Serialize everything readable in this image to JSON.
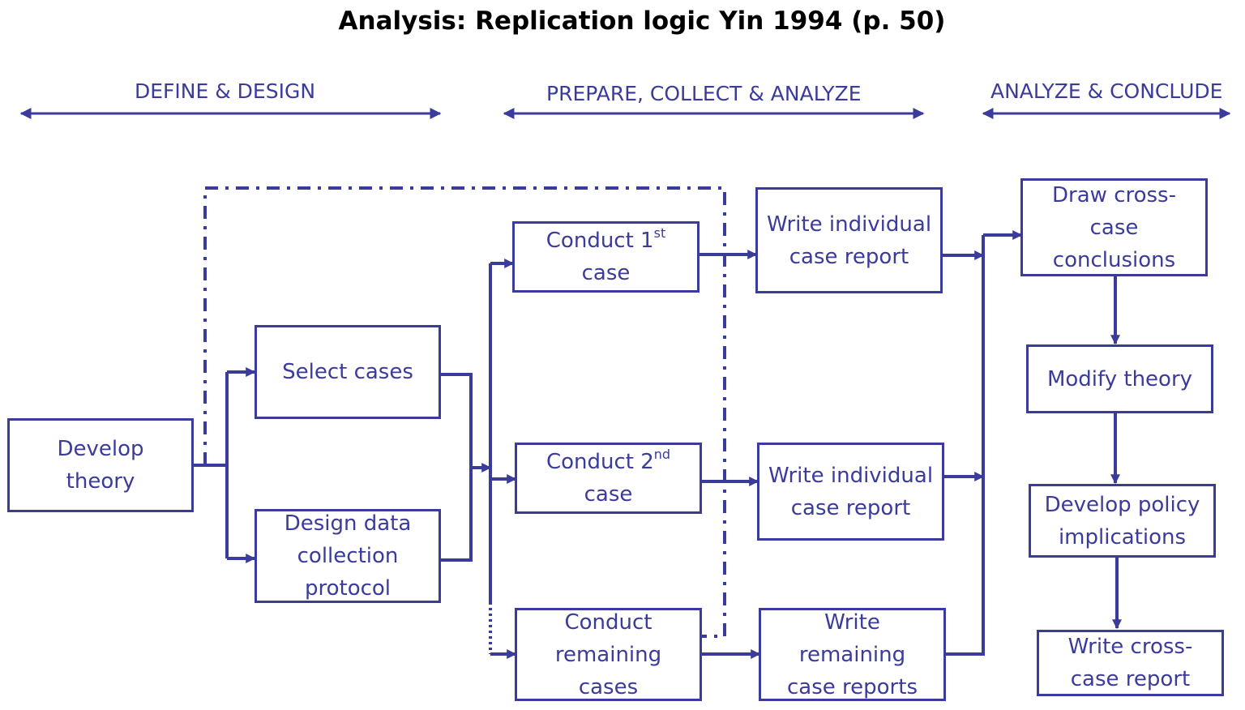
{
  "title": "Analysis: Replication logic Yin 1994  (p. 50)",
  "phases": {
    "define_design": "DEFINE & DESIGN",
    "prepare_collect_analyze": "PREPARE, COLLECT & ANALYZE",
    "analyze_conclude": "ANALYZE & CONCLUDE"
  },
  "boxes": {
    "develop_theory": "Develop theory",
    "select_cases": "Select cases",
    "design_protocol": "Design data collection protocol",
    "conduct_1_prefix": "Conduct 1",
    "conduct_1_sup": "st",
    "conduct_1_suffix": "case",
    "conduct_2_prefix": "Conduct 2",
    "conduct_2_sup": "nd",
    "conduct_2_suffix": "case",
    "conduct_remaining": "Conduct remaining cases",
    "write_report_1": "Write individual case report",
    "write_report_2": "Write individual case report",
    "write_remaining": "Write remaining case reports",
    "draw_conclusions": "Draw cross-case conclusions",
    "modify_theory": "Modify theory",
    "policy_implications": "Develop policy implications",
    "cross_case_report": "Write cross-case report"
  },
  "colors": {
    "accent": "#3b3b9c",
    "title": "#000000"
  }
}
